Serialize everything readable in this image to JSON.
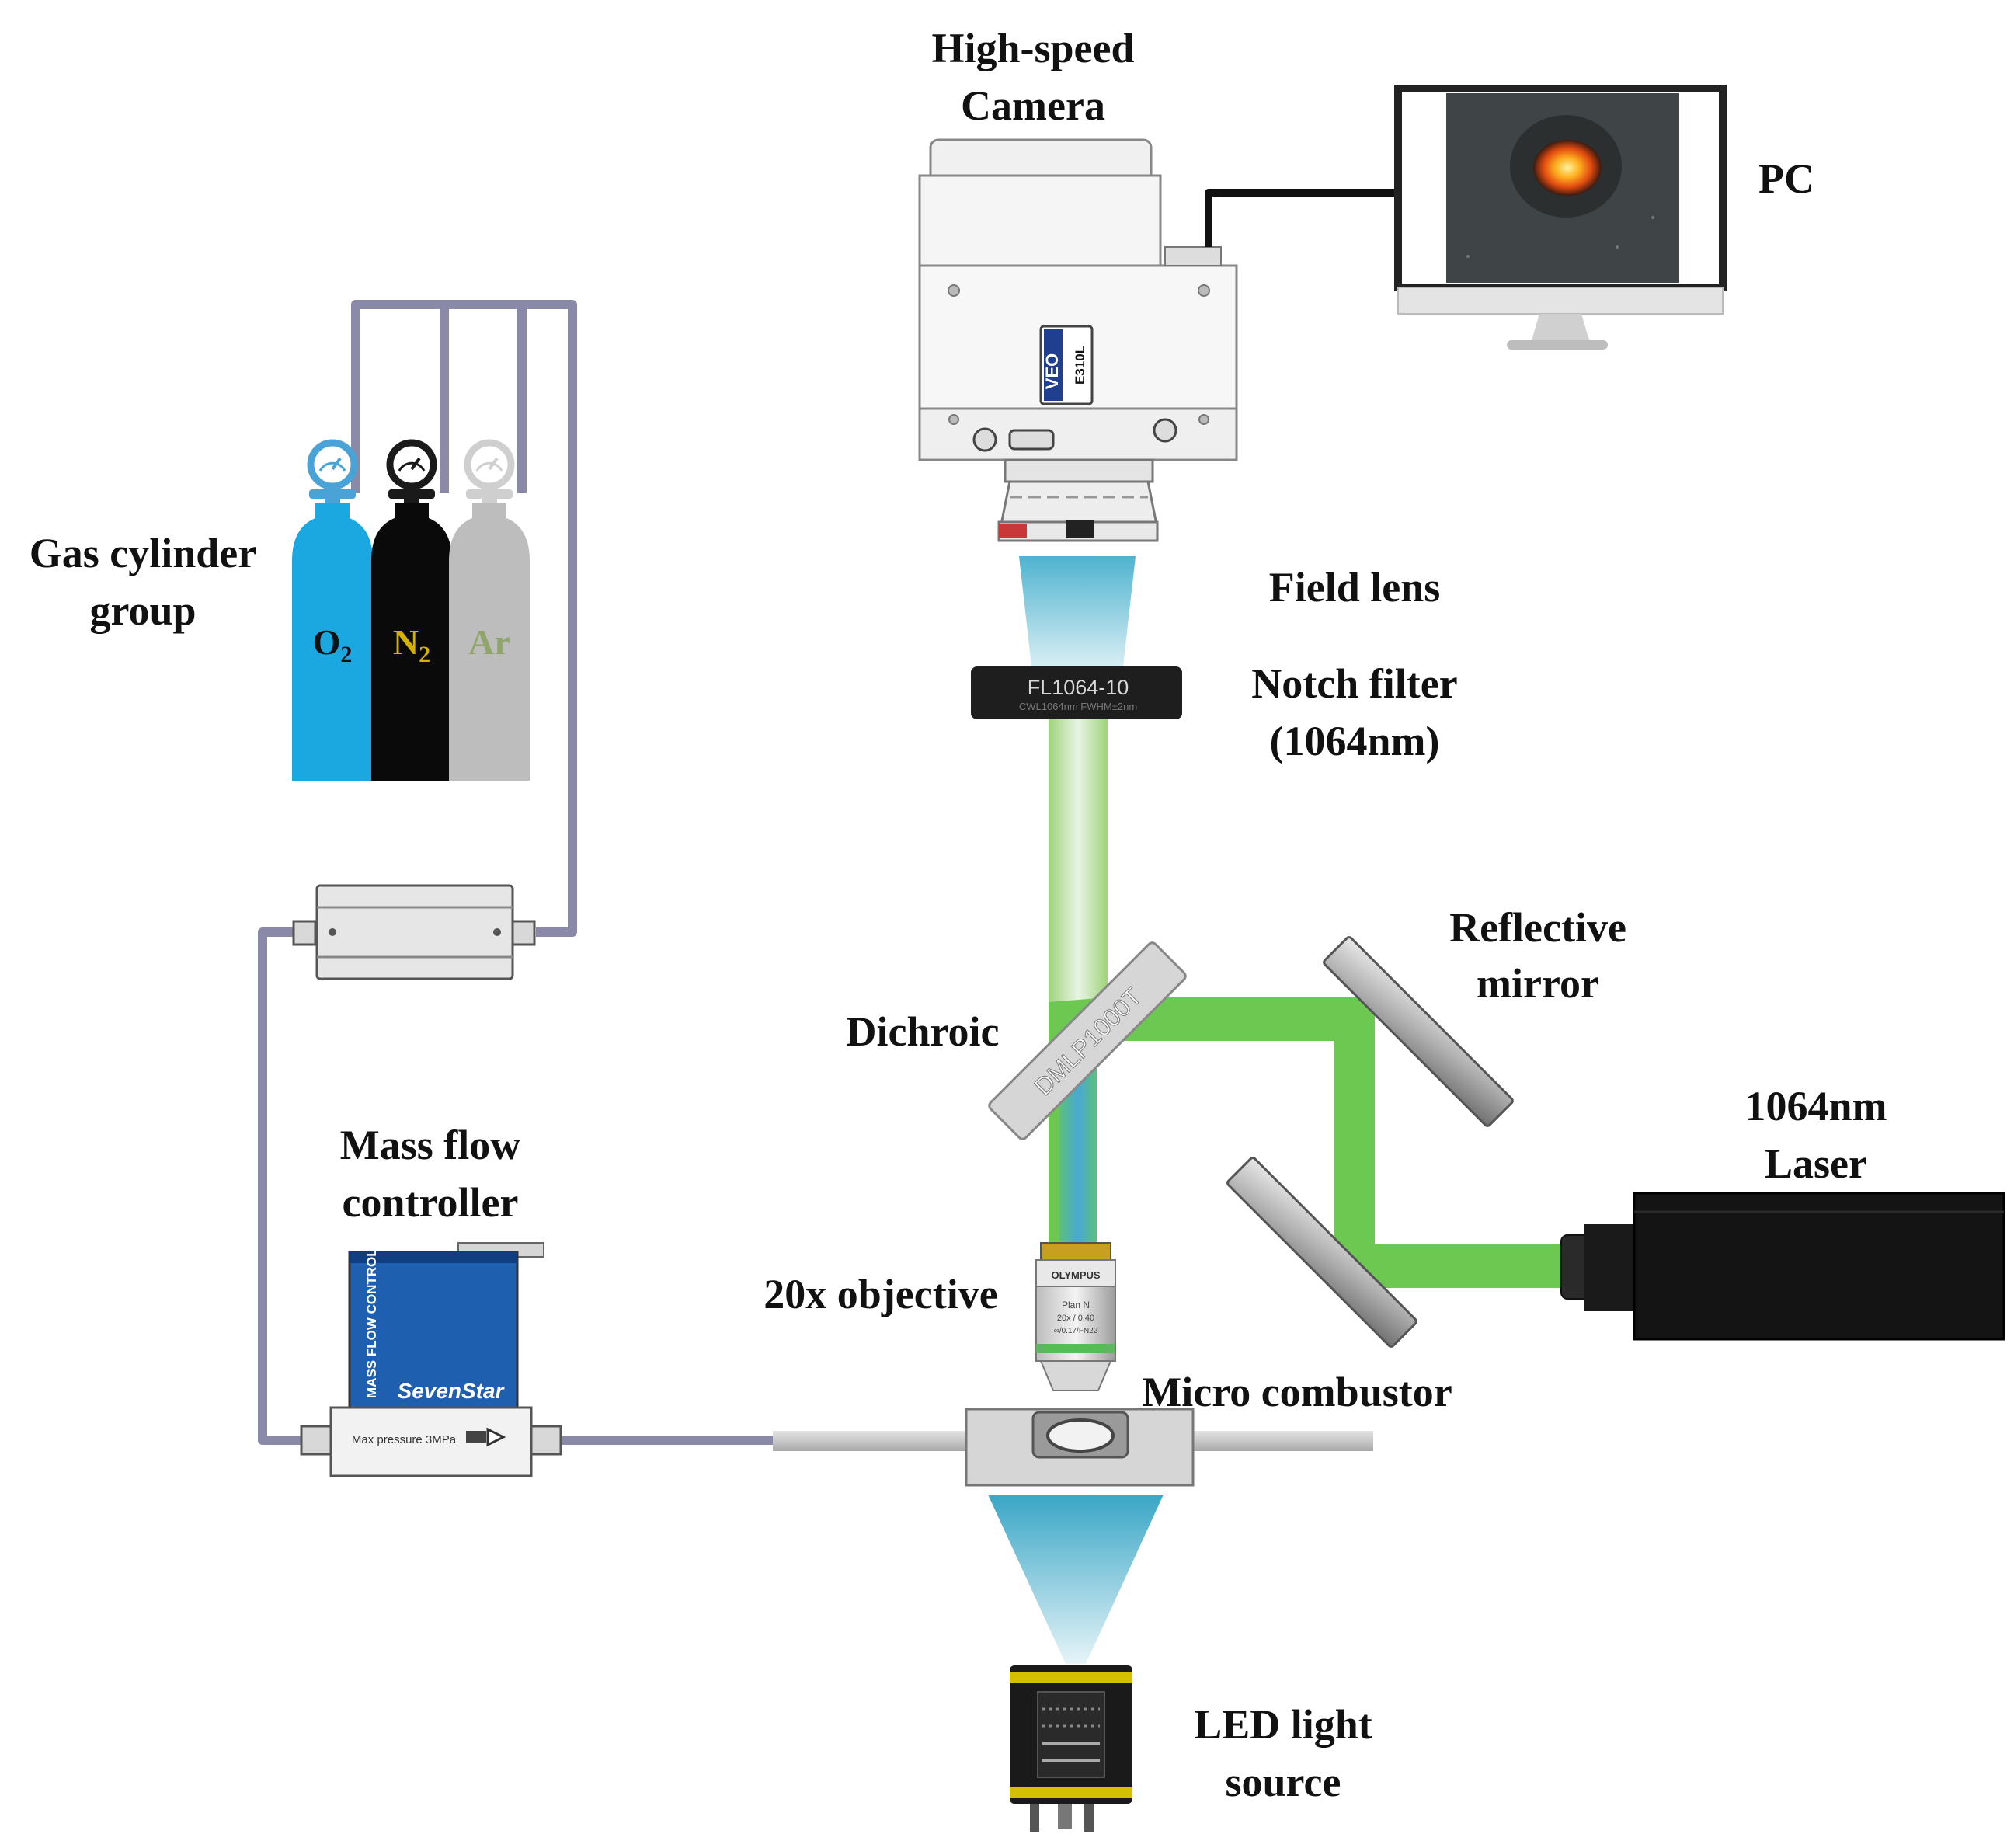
{
  "labels": {
    "camera": [
      "High-speed",
      "Camera"
    ],
    "pc": "PC",
    "gas_group": [
      "Gas cylinder",
      "group"
    ],
    "field_lens": "Field lens",
    "notch_filter": [
      "Notch filter",
      "(1064nm)"
    ],
    "reflective_mirror": [
      "Reflective",
      "mirror"
    ],
    "dichroic": "Dichroic",
    "laser": [
      "1064nm",
      "Laser"
    ],
    "mfc": [
      "Mass flow",
      "controller"
    ],
    "objective": "20x objective",
    "combustor": "Micro combustor",
    "led": [
      "LED light",
      "source"
    ]
  },
  "gases": [
    {
      "symbol": "O",
      "sub": "2",
      "body": "#1ba7e0",
      "text": "#111111",
      "gauge": "#4aa3d6"
    },
    {
      "symbol": "N",
      "sub": "2",
      "body": "#0a0a0a",
      "text": "#d4b000",
      "gauge": "#1a1a1a"
    },
    {
      "symbol": "Ar",
      "sub": "",
      "body": "#bdbdbd",
      "text": "#8fa56a",
      "gauge": "#cfcfcf"
    }
  ],
  "device_text": {
    "camera_brand": "VEO",
    "camera_model": "E310L",
    "filter_main": "FL1064-10",
    "filter_sub": "CWL1064nm FWHM±2nm",
    "dichroic_part": "DMLP1000T",
    "mfc_side": "MASS FLOW CONTROLLER",
    "mfc_brand": "SevenStar",
    "mfc_plate": "Max pressure 3MPa",
    "objective_brand": "OLYMPUS",
    "objective_spec": [
      "Plan N",
      "20x / 0.40",
      "∞/0.17/FN22"
    ]
  },
  "colors": {
    "laser_beam": "#6cc850",
    "pipe": "#8a8aa8",
    "pipe_dark": "#5a5a78",
    "mfc_blue": "#1f5fb0"
  }
}
